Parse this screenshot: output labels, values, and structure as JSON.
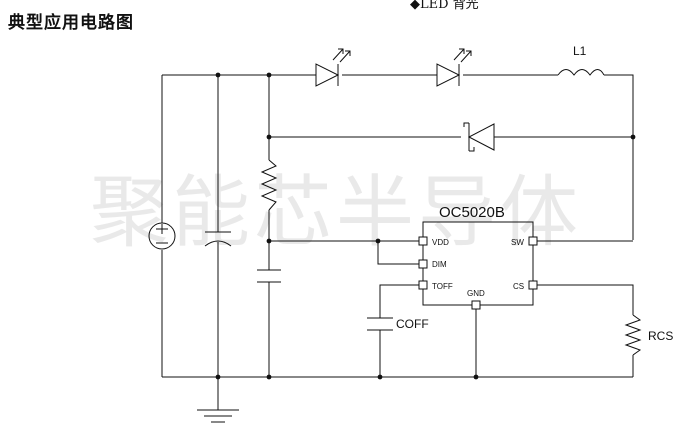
{
  "heading": "典型应用电路图",
  "top_note": "◆LED 背光",
  "watermark": "聚能芯半导体",
  "ic": {
    "name": "OC5020B",
    "pins": {
      "vdd": "VDD",
      "dim": "DIM",
      "toff": "TOFF",
      "gnd": "GND",
      "sw": "SW",
      "cs": "CS"
    }
  },
  "components": {
    "inductor": "L1",
    "rcs": "RCS",
    "coff": "COFF"
  },
  "colors": {
    "wire": "#111111",
    "watermark": "#e9e9e9"
  }
}
